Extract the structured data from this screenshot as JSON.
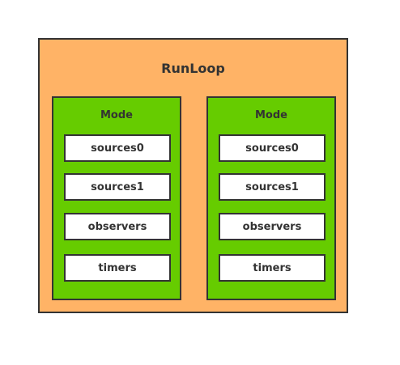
{
  "runloop": {
    "title": "RunLoop",
    "modes": [
      {
        "title": "Mode",
        "items": [
          "sources0",
          "sources1",
          "observers",
          "timers"
        ]
      },
      {
        "title": "Mode",
        "items": [
          "sources0",
          "sources1",
          "observers",
          "timers"
        ]
      }
    ]
  },
  "colors": {
    "runloop_fill": "#ffb366",
    "mode_fill": "#66cc00",
    "item_fill": "#ffffff",
    "border": "#333333"
  }
}
